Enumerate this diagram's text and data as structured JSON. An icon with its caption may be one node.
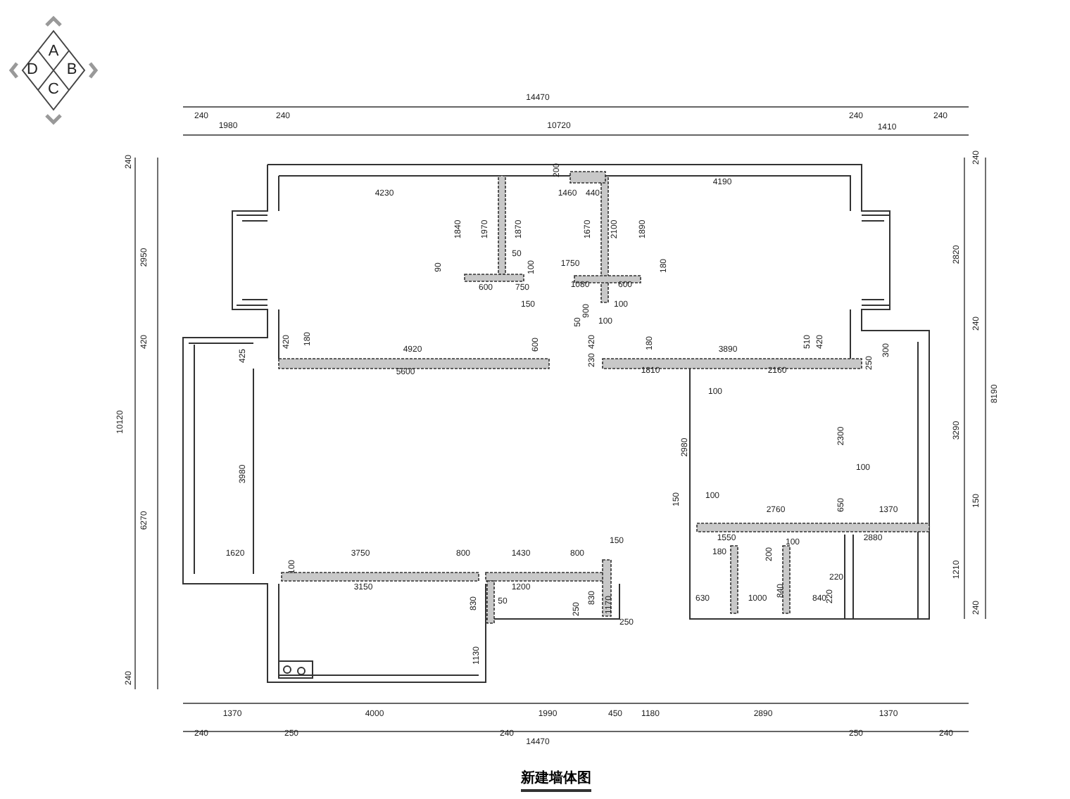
{
  "diagram": {
    "title": "新建墙体图",
    "labels": [
      "A",
      "D",
      "B",
      "C",
      "14470",
      "240",
      "1980",
      "240",
      "10720",
      "240",
      "1410",
      "240",
      "240",
      "2950",
      "420",
      "10120",
      "6270",
      "240",
      "240",
      "2820",
      "240",
      "8190",
      "3290",
      "150",
      "1210",
      "240",
      "4230",
      "1840",
      "1970",
      "1870",
      "90",
      "50",
      "100",
      "600",
      "750",
      "150",
      "200",
      "1460",
      "440",
      "4190",
      "1670",
      "2100",
      "1890",
      "1750",
      "180",
      "1080",
      "600",
      "100",
      "420",
      "425",
      "180",
      "4920",
      "600",
      "5600",
      "900",
      "50",
      "100",
      "420",
      "230",
      "180",
      "3890",
      "1810",
      "2160",
      "100",
      "510",
      "420",
      "300",
      "250",
      "3980",
      "2980",
      "2300",
      "100",
      "650",
      "1370",
      "150",
      "100",
      "2760",
      "1550",
      "2880",
      "200",
      "100",
      "1620",
      "3750",
      "800",
      "1430",
      "800",
      "150",
      "100",
      "3150",
      "1200",
      "830",
      "50",
      "1130",
      "250",
      "830",
      "1170",
      "250",
      "180",
      "630",
      "1000",
      "840",
      "220",
      "840",
      "220",
      "1370",
      "4000",
      "1990",
      "450",
      "1180",
      "2890",
      "1370",
      "240",
      "250",
      "240",
      "14470",
      "250",
      "240"
    ]
  }
}
